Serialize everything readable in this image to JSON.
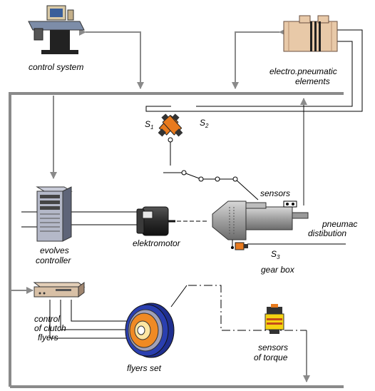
{
  "labels": {
    "control_system": "control system",
    "electro_pneumatic_line1": "electro.pneumatic",
    "electro_pneumatic_line2": "elements",
    "s1_letter": "S",
    "s1_sub": "1",
    "s2_letter": "S",
    "s2_sub": "2",
    "sensors": "sensors",
    "pneumac_line1": "pneumac",
    "pneumac_line2": "distibution",
    "evolves_line1": "evolves",
    "evolves_line2": "controller",
    "elektromotor": "elektromotor",
    "s3_letter": "S",
    "s3_sub": "3",
    "gear_box": "gear box",
    "control_clutch_line1": "control",
    "control_clutch_line2": "of clutch",
    "control_clutch_line3": "flyers",
    "flyers_set": "flyers set",
    "sensors_torque_line1": "sensors",
    "sensors_torque_line2": "of torque"
  },
  "icons": {
    "workstation": "computer-workstation-icon",
    "pneumatic_block": "valve-block-icon",
    "server": "server-tower-icon",
    "motor": "electric-motor-icon",
    "gearbox": "gearbox-icon",
    "clutch_box": "controller-box-icon",
    "flywheel": "flywheel-icon",
    "torque_sensor": "torque-sensor-icon"
  },
  "colors": {
    "bus_gray": "#8a8a8a",
    "sensor_orange": "#e87a1e",
    "flywheel_blue": "#2a3fb0",
    "flywheel_orange": "#f08a24",
    "sensor_yellow": "#f5d312",
    "valve_beige": "#e8c9a8"
  }
}
